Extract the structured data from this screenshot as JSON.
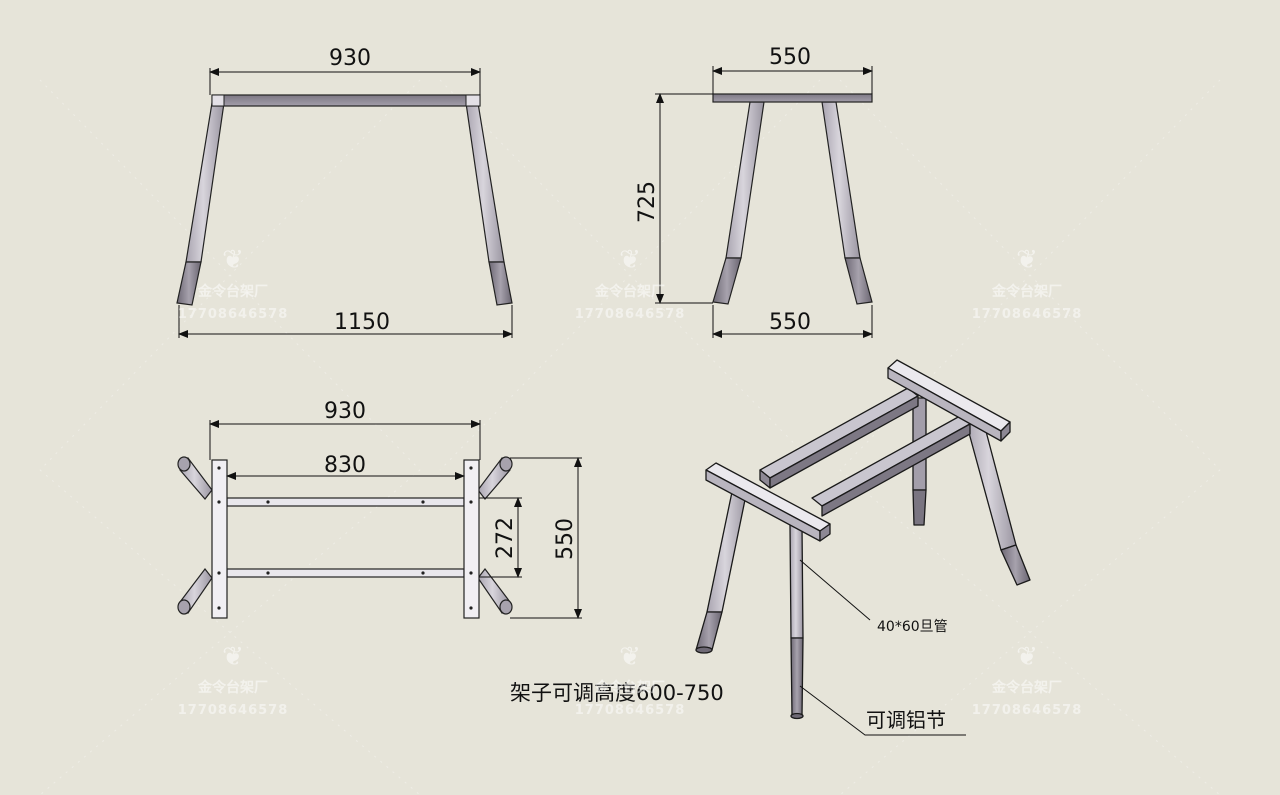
{
  "front_view": {
    "top_width": "930",
    "bottom_width": "1150"
  },
  "side_view": {
    "top_width": "550",
    "height": "725",
    "bottom_width": "550"
  },
  "top_view": {
    "outer_length": "930",
    "inner_length": "830",
    "rail_spacing": "272",
    "depth": "550"
  },
  "isometric": {
    "tube_callout": "40*60旦管",
    "aluminum_callout": "可调铝节",
    "height_note": "架子可调高度600-750"
  },
  "watermark": {
    "brand": "金令台架厂",
    "phone": "17708646578"
  },
  "colors": {
    "background": "#e6e4d9",
    "metal_light": "#c9c6cf",
    "metal_dark": "#8d8894",
    "line": "#111111"
  }
}
